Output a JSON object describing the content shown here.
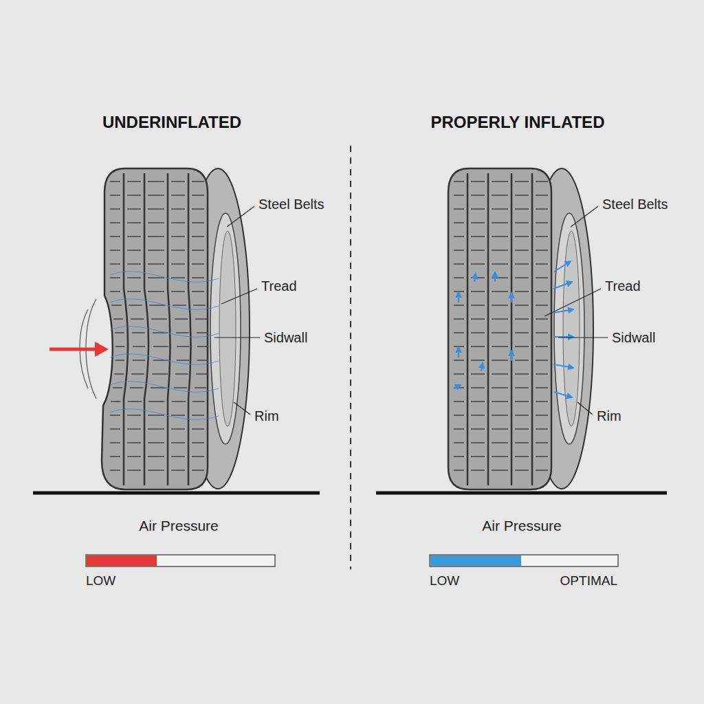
{
  "diagram": {
    "labels": [
      "UNDERINFLATED",
      "PROPERLY INFLATED",
      "Steel Belts",
      "Tread",
      "Sidwall",
      "Rim",
      "Air Pressure",
      "LOW",
      "Steel Belts",
      "Tread",
      "Sidwall",
      "Rim",
      "Air Pressure",
      "LOW",
      "OPTIMAL"
    ]
  }
}
